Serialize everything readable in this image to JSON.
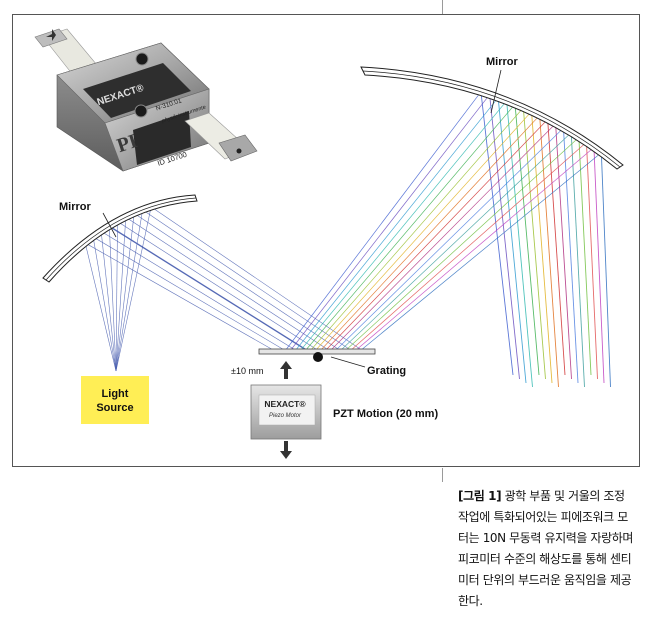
{
  "figure": {
    "labels": {
      "mirror_top": "Mirror",
      "mirror_left": "Mirror",
      "grating": "Grating",
      "light_source_line1": "Light",
      "light_source_line2": "Source",
      "pzt_motion": "PZT Motion (20 mm)",
      "travel": "±10 mm",
      "motor_brand": "NEXACT®",
      "motor_sub": "Piezo Motor"
    },
    "product_photo": {
      "brand": "NEXACT®",
      "logo": "PI",
      "model": "N-310.01",
      "serial": "ID 10700",
      "maker": "physik instrumente"
    },
    "colors": {
      "light_source_bg": "#ffee55",
      "ray_blue": "#4a5fb0",
      "frame": "#555555"
    }
  },
  "caption": {
    "tag": "[그림 1]",
    "text": "광학 부품 및 거울의 조정 작업에 특화되어있는 피에조워크 모터는 10N 무동력 유지력을 자랑하며 피코미터 수준의 해상도를 통해 센티미터 단위의 부드러운 움직임을 제공한다."
  }
}
